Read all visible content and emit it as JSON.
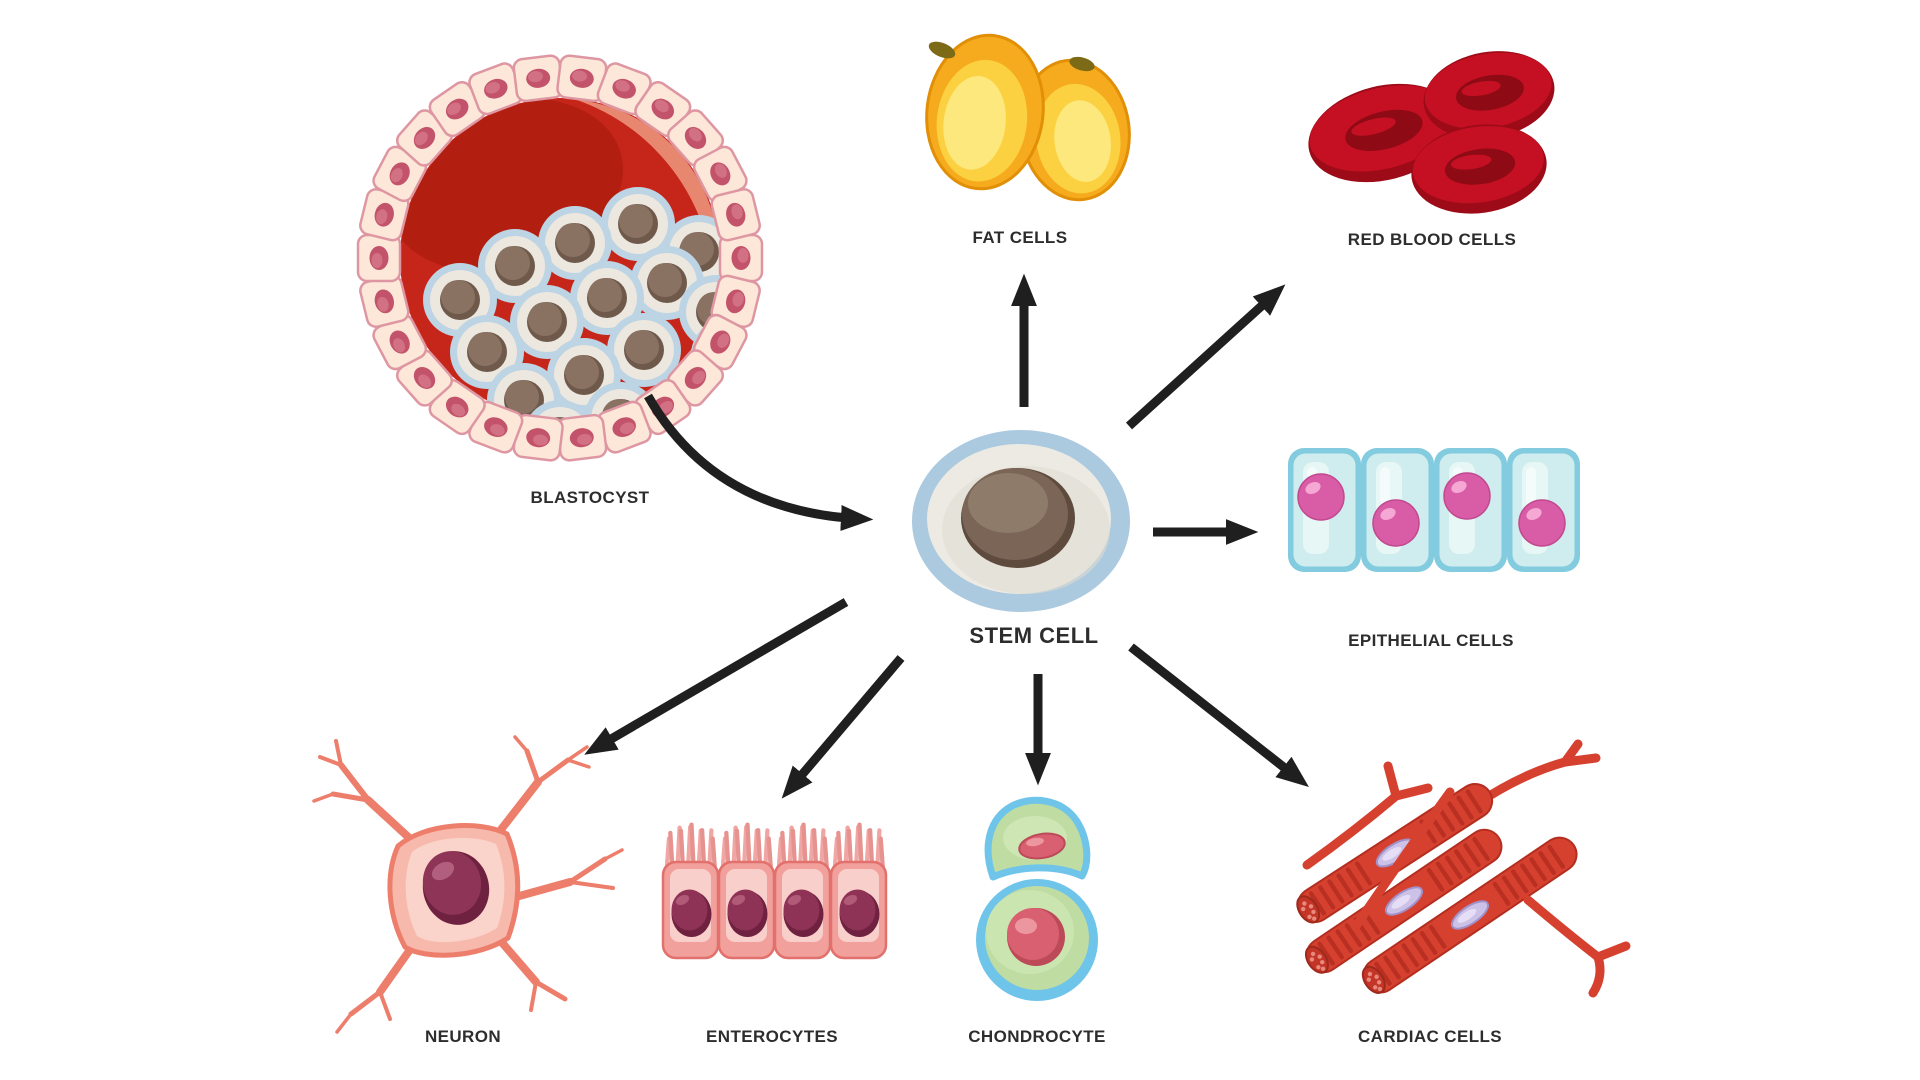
{
  "diagram": {
    "topic": "Stem cell differentiation",
    "background_color": "#ffffff",
    "arrow_color": "#1f1f1f",
    "label_color": "#2d2d2d"
  },
  "labels": {
    "blastocyst": "BLASTOCYST",
    "fat_cells": "FAT CELLS",
    "red_blood_cells": "RED BLOOD CELLS",
    "stem_cell": "STEM CELL",
    "epithelial_cells": "EPITHELIAL CELLS",
    "neuron": "NEURON",
    "enterocytes": "ENTEROCYTES",
    "chondrocyte": "CHONDROCYTE",
    "cardiac_cells": "CARDIAC CELLS"
  },
  "relationships": [
    {
      "from": "BLASTOCYST",
      "to": "STEM CELL",
      "style": "curved-arrow"
    },
    {
      "from": "STEM CELL",
      "to": "FAT CELLS",
      "style": "straight-arrow"
    },
    {
      "from": "STEM CELL",
      "to": "RED BLOOD CELLS",
      "style": "straight-arrow"
    },
    {
      "from": "STEM CELL",
      "to": "EPITHELIAL CELLS",
      "style": "straight-arrow"
    },
    {
      "from": "STEM CELL",
      "to": "CARDIAC CELLS",
      "style": "straight-arrow"
    },
    {
      "from": "STEM CELL",
      "to": "CHONDROCYTE",
      "style": "straight-arrow"
    },
    {
      "from": "STEM CELL",
      "to": "ENTEROCYTES",
      "style": "straight-arrow"
    },
    {
      "from": "STEM CELL",
      "to": "NEURON",
      "style": "straight-arrow"
    }
  ],
  "illustration_colors": {
    "blastocyst_interior": "#c6251a",
    "blastocyst_interior_highlight": "#e8876f",
    "blastocyst_shell_cell": "#fce7d8",
    "blastocyst_shell_nucleus": "#c2536b",
    "inner_cell_mass_ring": "#bcd4e3",
    "inner_cell_mass_nucleus": "#8a7263",
    "stem_cell_membrane": "#abc9df",
    "stem_cell_cytoplasm": "#eceae3",
    "stem_cell_nucleus": "#7a6557",
    "fat_cell_body": "#f5ab1d",
    "fat_cell_highlight": "#fde87e",
    "red_blood_cell": "#c41022",
    "epithelial_border": "#83cbde",
    "epithelial_body": "#cfedee",
    "epithelial_nucleus": "#d85ca6",
    "neuron_body": "#f6b9ac",
    "neuron_nucleus": "#6e2240",
    "enterocyte_body": "#f2a09c",
    "enterocyte_nucleus": "#8e3355",
    "chondrocyte_membrane": "#6fc4e9",
    "chondrocyte_cytoplasm": "#bfdca3",
    "chondrocyte_nucleus": "#d96070",
    "cardiac_fiber": "#d6402f",
    "cardiac_nucleus": "#ccc1e6"
  }
}
